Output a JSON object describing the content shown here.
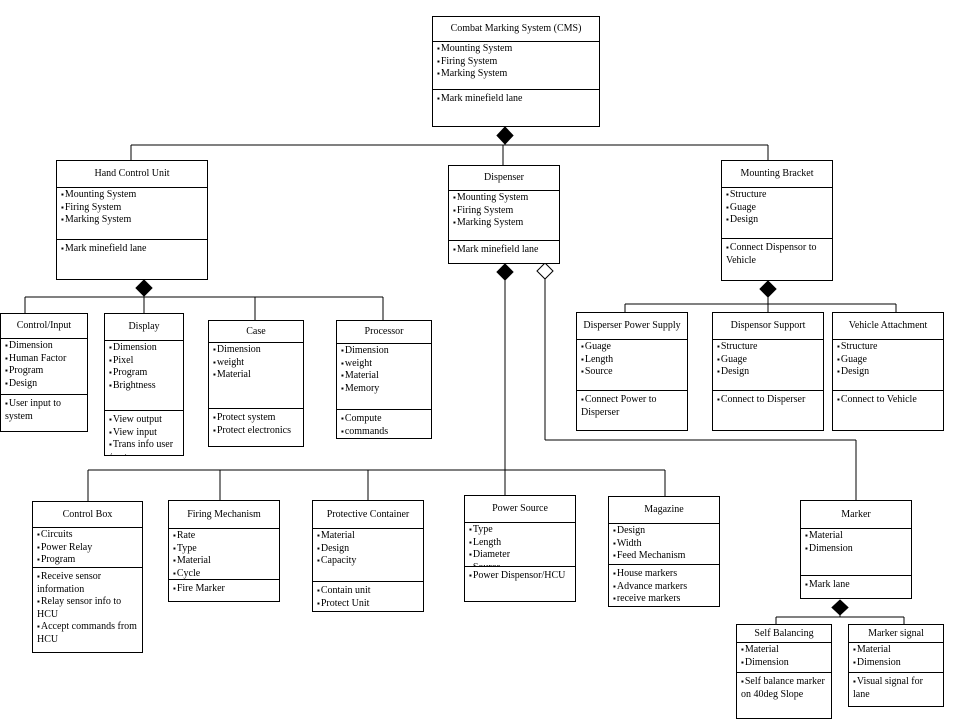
{
  "boxes": [
    {
      "id": "cms",
      "title": "Combat Marking System (CMS)",
      "attributes": [
        "Mounting System",
        "Firing System",
        "Marking System"
      ],
      "operations": [
        "Mark minefield lane"
      ]
    },
    {
      "id": "hcu",
      "title": "Hand Control Unit",
      "attributes": [
        "Mounting System",
        "Firing System",
        "Marking System"
      ],
      "operations": [
        "Mark minefield lane"
      ]
    },
    {
      "id": "dispenser",
      "title": "Dispenser",
      "attributes": [
        "Mounting System",
        "Firing System",
        "Marking System"
      ],
      "operations": [
        "Mark minefield lane"
      ]
    },
    {
      "id": "bracket",
      "title": "Mounting Bracket",
      "attributes": [
        "Structure",
        "Guage",
        "Design"
      ],
      "operations": [
        "Connect Dispensor to Vehicle"
      ]
    },
    {
      "id": "control",
      "title": "Control/Input",
      "attributes": [
        "Dimension",
        "Human Factor",
        "Program",
        "Design"
      ],
      "operations": [
        "User input to system"
      ]
    },
    {
      "id": "display",
      "title": "Display",
      "attributes": [
        "Dimension",
        "Pixel",
        "Program",
        "Brightness"
      ],
      "operations": [
        "View output",
        "View input",
        "Trans info user /system"
      ]
    },
    {
      "id": "case",
      "title": "Case",
      "attributes": [
        "Dimension",
        "weight",
        "Material"
      ],
      "operations": [
        "Protect system",
        "Protect electronics"
      ]
    },
    {
      "id": "processor",
      "title": "Processor",
      "attributes": [
        "Dimension",
        "weight",
        "Material",
        "Memory"
      ],
      "operations": [
        "Compute",
        "commands"
      ]
    },
    {
      "id": "dps",
      "title": "Disperser Power Supply",
      "attributes": [
        "Guage",
        "Length",
        "Source"
      ],
      "operations": [
        "Connect Power  to Disperser"
      ]
    },
    {
      "id": "dsup",
      "title": "Dispensor Support",
      "attributes": [
        "Structure",
        "Guage",
        "Design"
      ],
      "operations": [
        "Connect to Disperser"
      ]
    },
    {
      "id": "va",
      "title": "Vehicle Attachment",
      "attributes": [
        "Structure",
        "Guage",
        "Design"
      ],
      "operations": [
        "Connect  to Vehicle"
      ]
    },
    {
      "id": "cbox",
      "title": "Control Box",
      "attributes": [
        "Circuits",
        "Power Relay",
        "Program"
      ],
      "operations": [
        "Receive sensor information",
        "Relay sensor info to HCU",
        "Accept commands from HCU"
      ]
    },
    {
      "id": "firing",
      "title": "Firing Mechanism",
      "attributes": [
        "Rate",
        "Type",
        "Material",
        "Cycle"
      ],
      "operations": [
        "Fire Marker"
      ]
    },
    {
      "id": "pcont",
      "title": "Protective Container",
      "attributes": [
        "Material",
        "Design",
        "Capacity"
      ],
      "operations": [
        "Contain unit",
        "Protect Unit"
      ]
    },
    {
      "id": "psrc",
      "title": "Power Source",
      "attributes": [
        "Type",
        "Length",
        "Diameter",
        "Source"
      ],
      "operations": [
        "Power Dispensor/HCU"
      ]
    },
    {
      "id": "mag",
      "title": "Magazine",
      "attributes": [
        "Design",
        "Width",
        "Feed Mechanism"
      ],
      "operations": [
        "House markers",
        "Advance markers",
        "receive markers"
      ]
    },
    {
      "id": "marker",
      "title": "Marker",
      "attributes": [
        "Material",
        "Dimension"
      ],
      "operations": [
        "Mark lane"
      ]
    },
    {
      "id": "selfbal",
      "title": "Self Balancing",
      "attributes": [
        "Material",
        "Dimension"
      ],
      "operations": [
        "Self balance marker on 40deg Slope"
      ]
    },
    {
      "id": "msig",
      "title": "Marker signal",
      "attributes": [
        "Material",
        "Dimension"
      ],
      "operations": [
        "Visual signal for lane"
      ]
    }
  ]
}
